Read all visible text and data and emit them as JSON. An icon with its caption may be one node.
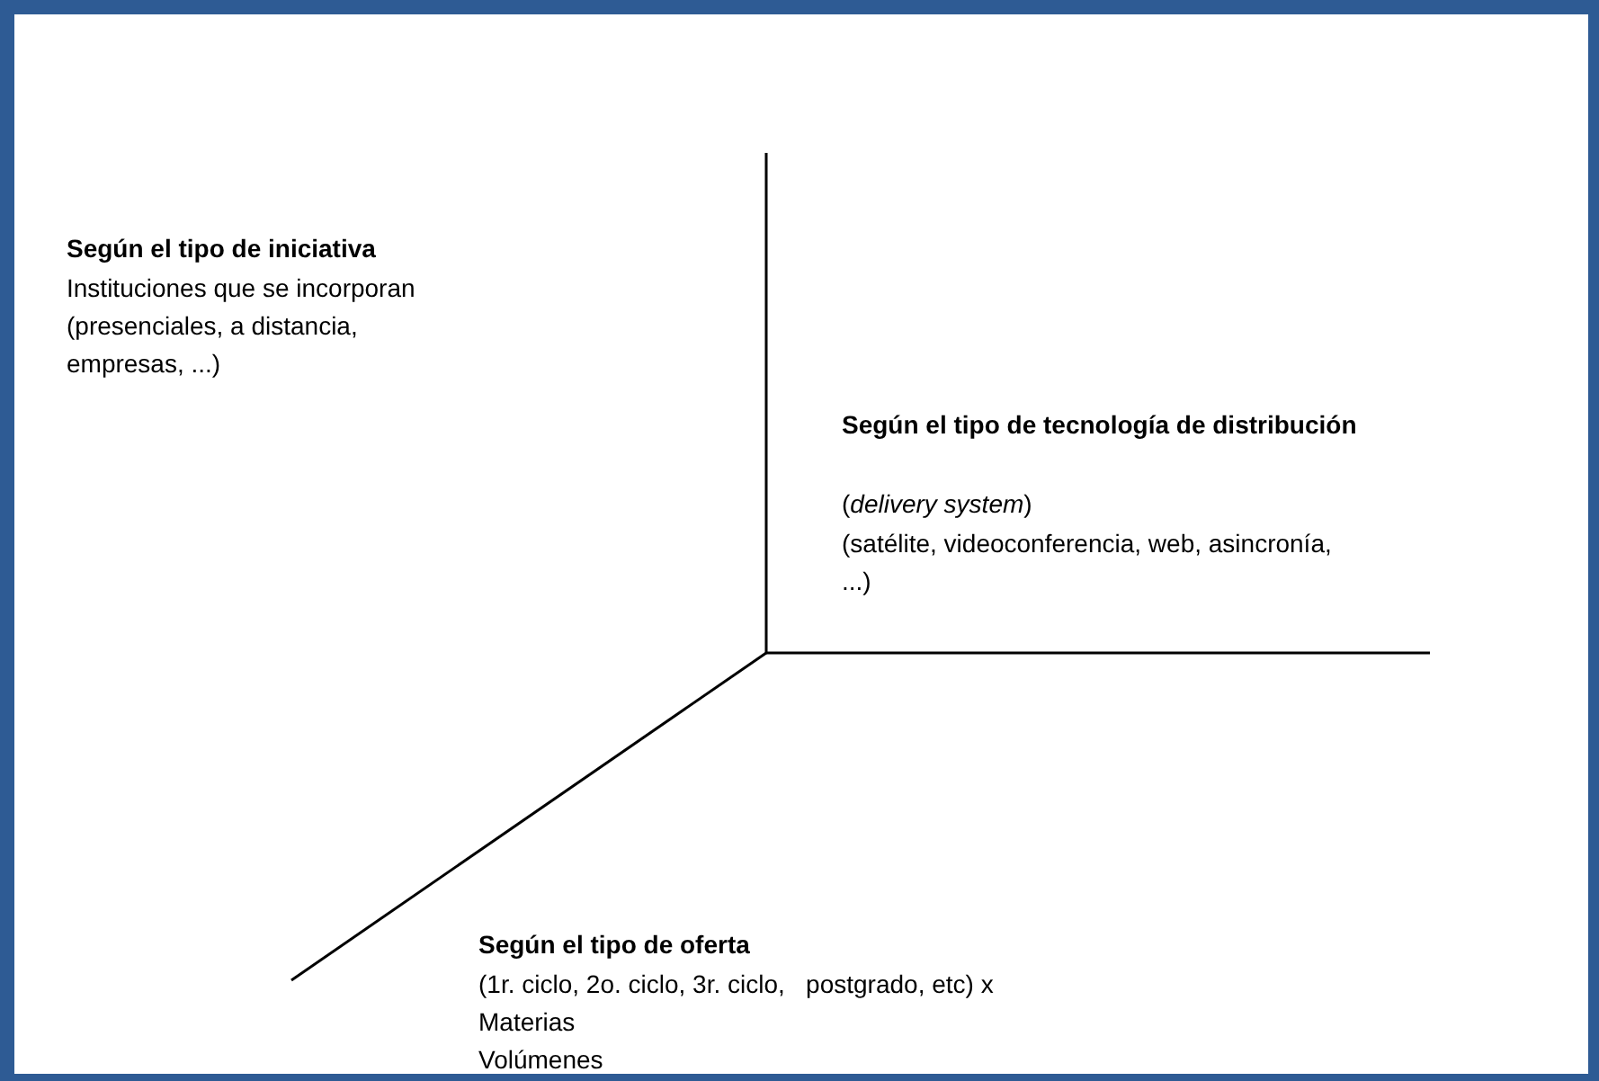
{
  "diagram": {
    "labels": [
      "Según el tipo de iniciativa",
      "Instituciones que se incorporan (presenciales, a distancia, empresas, ...)",
      "Según el tipo de tecnología de distribución",
      "(*delivery system*)",
      "(satélite, videoconferencia, web, asincronía, ...)",
      "Según el tipo de oferta",
      "(1r. ciclo, 2o. ciclo, 3r. ciclo,   postgrado, etc) x Materias",
      "Volúmenes"
    ]
  }
}
